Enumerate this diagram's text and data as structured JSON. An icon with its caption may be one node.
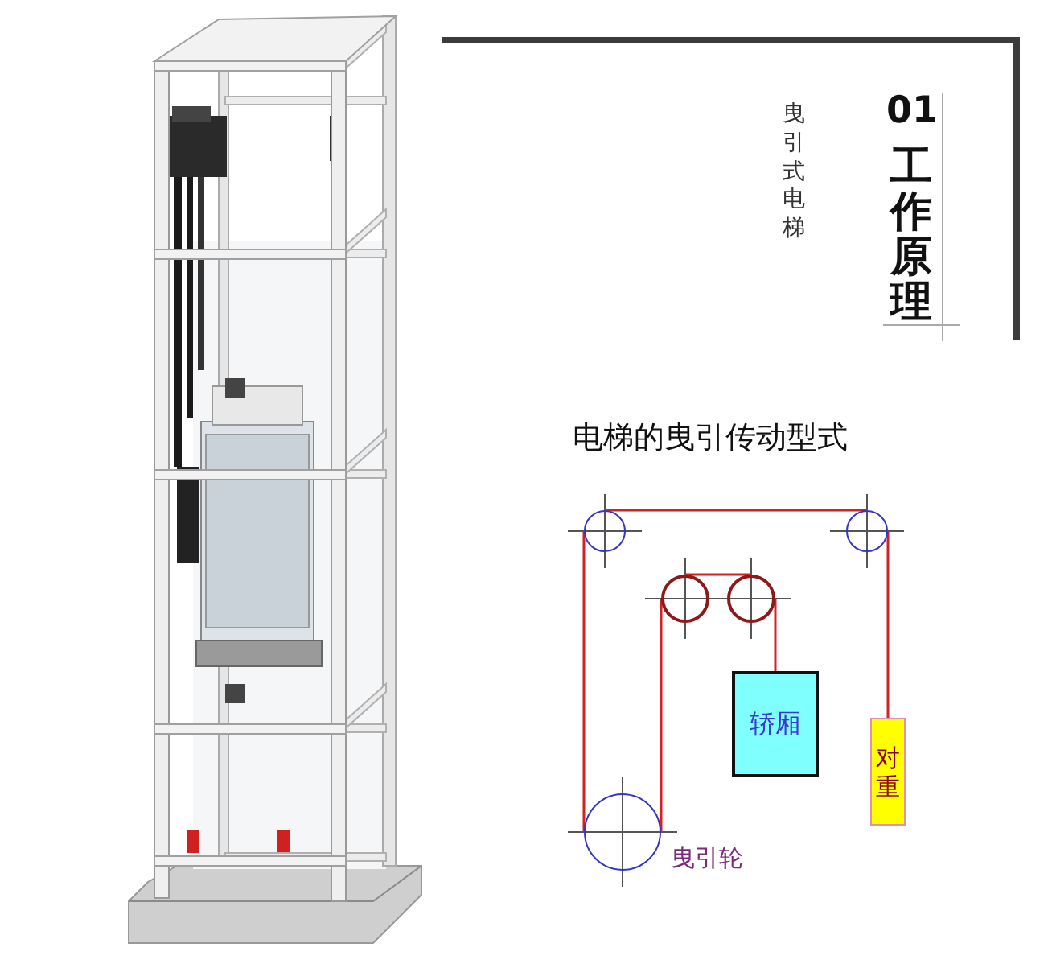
{
  "diagram": {
    "title": "电梯的曳引传动型式",
    "nodes": [
      {
        "text": [],
        "shape": "circle"
      },
      {
        "text": [],
        "shape": "circle"
      },
      {
        "text": [],
        "shape": "circle"
      },
      {
        "text": [],
        "shape": "circle"
      },
      {
        "text": [
          "轿厢"
        ]
      },
      {
        "text": [
          "对重"
        ]
      },
      {
        "text": [],
        "shape": "circle",
        "beside": [
          "曳引轮"
        ]
      }
    ],
    "edges": [
      {
        "from": 6,
        "to": 0,
        "arrow": "none"
      },
      {
        "from": 0,
        "to": 1,
        "arrow": "none"
      },
      {
        "from": 1,
        "to": 5,
        "arrow": "none"
      },
      {
        "from": 6,
        "to": 2,
        "arrow": "none"
      },
      {
        "from": 2,
        "to": 3,
        "arrow": "none"
      },
      {
        "from": 3,
        "to": 4,
        "arrow": "none"
      }
    ],
    "labels": [
      "曳引式电梯",
      "01",
      "工作原理"
    ]
  }
}
